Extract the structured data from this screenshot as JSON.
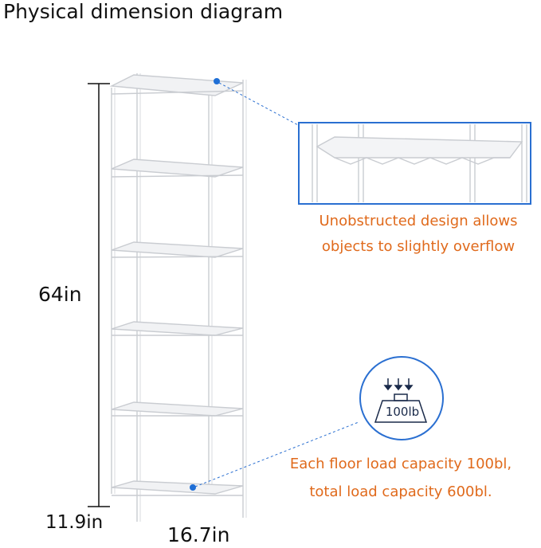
{
  "title": "Physical dimension diagram",
  "dimensions": {
    "height": "64in",
    "depth": "11.9in",
    "width": "16.7in"
  },
  "features": {
    "overflow_text_line1": "Unobstructed design allows",
    "overflow_text_line2": "objects to slightly overflow",
    "capacity_text_line1": "Each floor load capacity 100bl,",
    "capacity_text_line2": "total load capacity 600bl."
  },
  "badge": {
    "weight_label": "100lb"
  },
  "colors": {
    "accent_orange": "#e06a1c",
    "callout_blue": "#2a6fd1",
    "dot_blue": "#1f6fd6"
  },
  "icons": [
    "down-arrows-icon",
    "weight-icon"
  ]
}
